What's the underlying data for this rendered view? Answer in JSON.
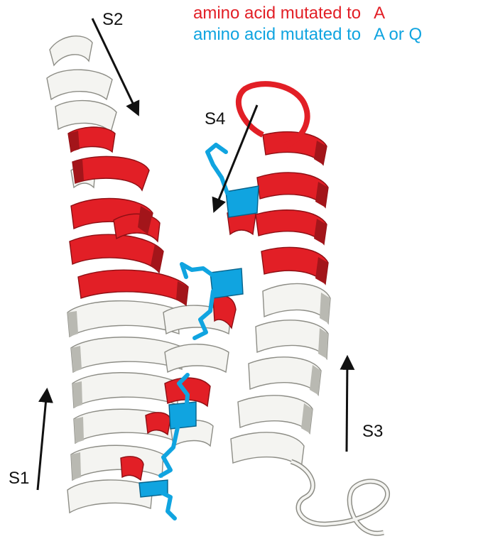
{
  "legend": {
    "red_text": "amino acid mutated to",
    "red_target": "A",
    "blue_text": "amino acid mutated to",
    "blue_target": "A or Q"
  },
  "segments": {
    "s1": "S1",
    "s2": "S2",
    "s3": "S3",
    "s4": "S4"
  },
  "colors": {
    "mutated_A": "#e21f26",
    "mutated_A_or_Q": "#10a4e0",
    "helix": "#f4f4f1",
    "helix_shadow": "#b9b9b2",
    "arrow": "#111111"
  }
}
